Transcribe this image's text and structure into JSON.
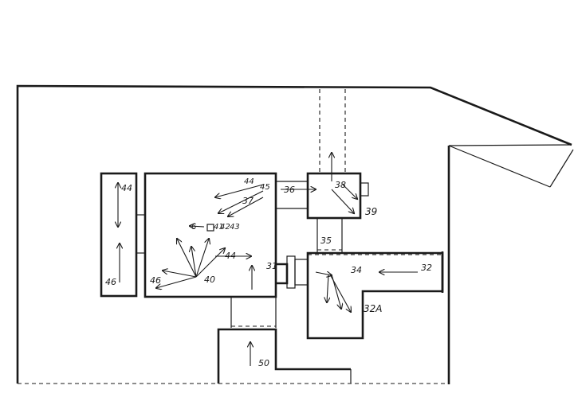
{
  "labels": {
    "l44_top": "44",
    "l44_bottom": "46",
    "l46": "46",
    "l40": "40",
    "l44_mid": "44",
    "l31": "31",
    "l37": "37",
    "l44_top_right": "44",
    "l45": "45",
    "l36": "36",
    "l38": "38",
    "l39": "39",
    "l41": "41",
    "l42": "42",
    "l43": "43",
    "l35": "35",
    "l34": "34",
    "l32": "32",
    "l32a": "32A",
    "l50": "50",
    "l6": "6"
  },
  "colors": {
    "ink": "#1a1a1a",
    "paper": "#ffffff"
  }
}
